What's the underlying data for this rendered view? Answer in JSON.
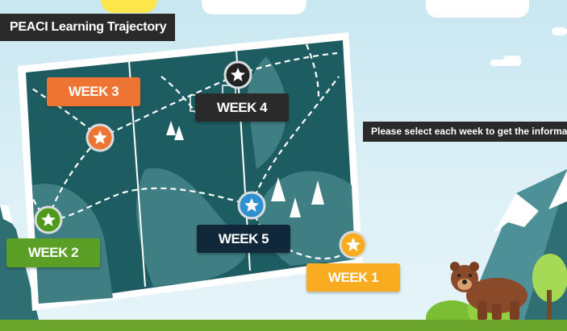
{
  "title": "PEACI Learning Trajectory",
  "instruction": "Please select each week to get the information",
  "weeks": [
    {
      "label": "WEEK 1",
      "color": "#f9ac1f",
      "icon": "star-icon"
    },
    {
      "label": "WEEK 2",
      "color": "#4f9a1d",
      "icon": "star-icon"
    },
    {
      "label": "WEEK 3",
      "color": "#ee7434",
      "icon": "star-icon"
    },
    {
      "label": "WEEK 4",
      "color": "#222222",
      "icon": "star-icon"
    },
    {
      "label": "WEEK 5",
      "color": "#2f8fd1",
      "icon": "star-icon"
    }
  ],
  "colors": {
    "map_dark": "#1d5d62",
    "map_light": "#3f7f83",
    "label_dark": "#2a2a2a",
    "label_week5": "#10283a",
    "grass": "#6ba52c"
  }
}
